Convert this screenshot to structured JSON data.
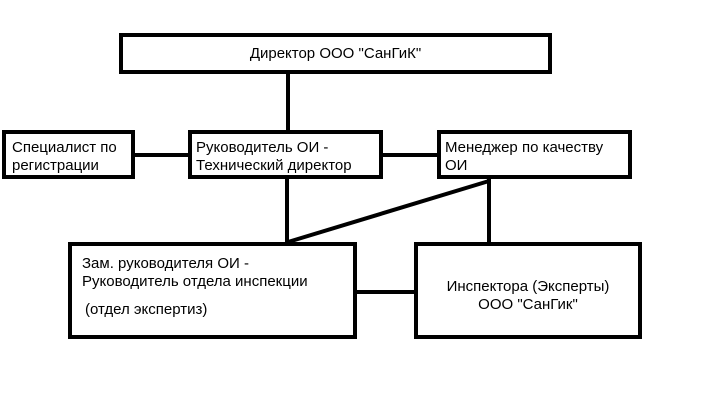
{
  "diagram": {
    "director": {
      "label": "Директор ООО \"СанГиК\""
    },
    "registration_specialist": {
      "lines": [
        "Специалист по",
        "регистрации"
      ]
    },
    "head": {
      "lines": [
        "Руководитель ОИ -",
        "Технический директор"
      ]
    },
    "quality_manager": {
      "lines": [
        "Менеджер по качеству",
        "ОИ"
      ]
    },
    "deputy": {
      "lines": [
        "Зам. руководителя ОИ -",
        "Руководитель отдела инспекции",
        "(отдел экспертиз)"
      ]
    },
    "inspectors": {
      "lines": [
        "Инспектора (Эксперты)",
        "ООО \"СанГик\""
      ]
    }
  }
}
